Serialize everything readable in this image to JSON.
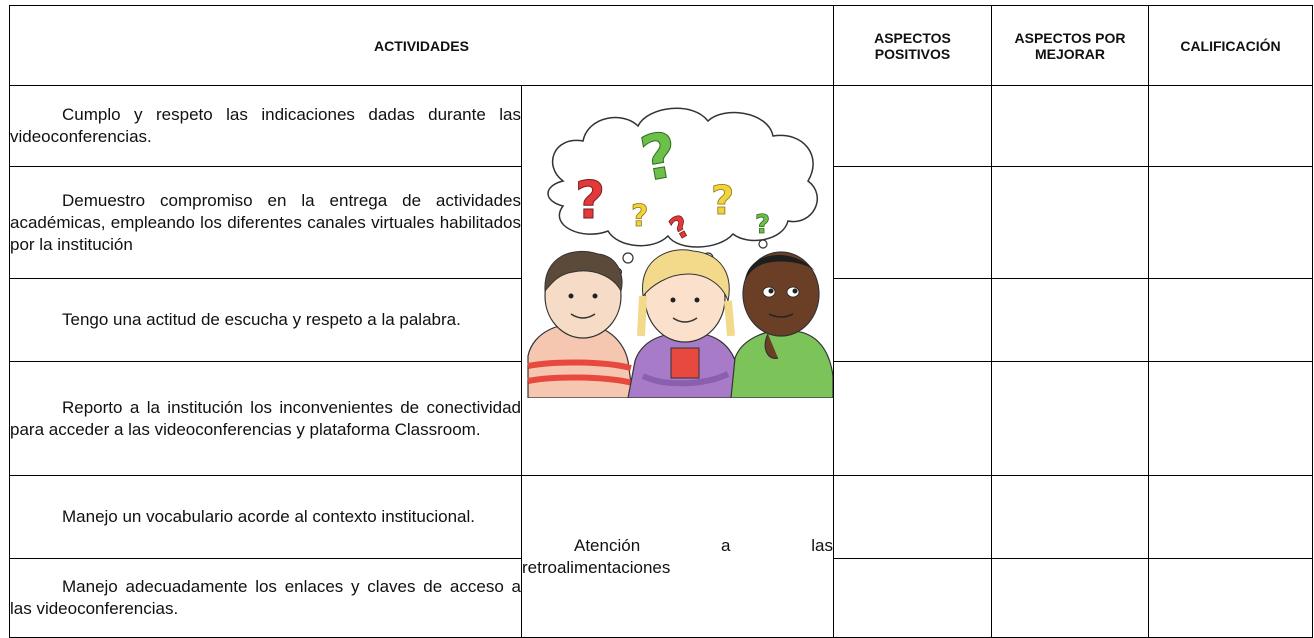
{
  "headers": {
    "actividades": "ACTIVIDADES",
    "aspectos_positivos_1": "ASPECTOS",
    "aspectos_positivos_2": "POSITIVOS",
    "aspectos_mejorar_1": "ASPECTOS POR",
    "aspectos_mejorar_2": "MEJORAR",
    "calificacion": "CALIFICACIÓN"
  },
  "activities": [
    "Cumplo y respeto las indicaciones dadas durante las videoconferencias.",
    "Demuestro compromiso en la entrega de actividades académicas, empleando los diferentes canales virtuales habilitados por la institución",
    "Tengo una actitud de escucha y respeto a la palabra.",
    "Reporto a la institución los inconvenientes de conectividad para acceder a las videoconferencias y plataforma Classroom.",
    "Manejo un vocabulario acorde al contexto institucional.",
    "Manejo adecuadamente los enlaces y claves de acceso a las videoconferencias."
  ],
  "caption": {
    "word1": "Atención",
    "word2": "a",
    "word3": "las",
    "line2": "retroalimentaciones"
  },
  "illustration": {
    "icon": "thinking-children-illustration",
    "question_marks": [
      "?",
      "?",
      "?",
      "?",
      "?"
    ],
    "colors": {
      "red": "#e23a3a",
      "green": "#6cc04a",
      "yellow": "#f2d33a",
      "purple": "#a77bc8",
      "shirt_green": "#7cc35a",
      "shirt_red": "#e8493f"
    }
  }
}
